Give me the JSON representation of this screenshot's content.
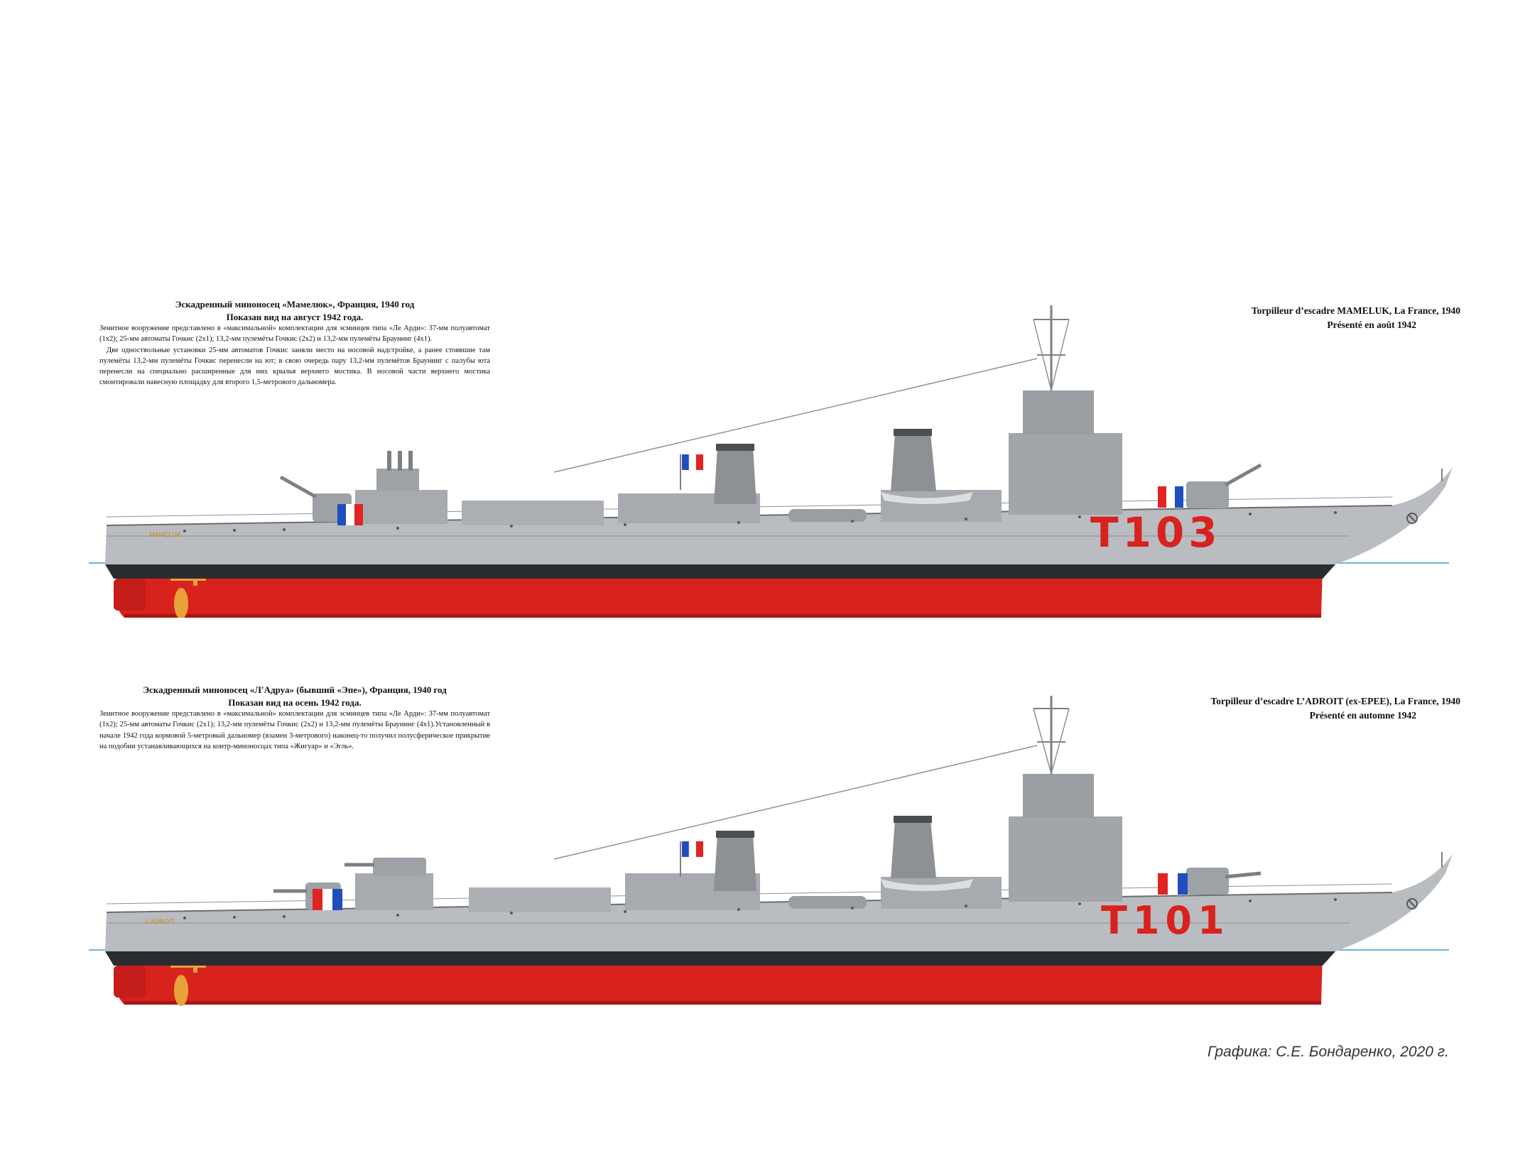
{
  "plates": [
    {
      "ru_title": "Эскадренный миноносец «Мамелюк», Франция, 1940 год",
      "ru_subtitle": "Показан вид  на август 1942 года.",
      "ru_paragraphs": [
        "Зенитное вооружение представлено в «максимальной» комплектации для эсминцев типа «Ле Арди»: 37-мм полуавтомат (1х2); 25-мм автоматы Гочкис (2х1); 13,2-мм пулемёты Гочкис (2х2) и  13,2-мм пулемёты Браунинг (4х1).",
        "Две одноствольные установки  25-мм автоматов Гочкис заняли место на носовой надстройке, а ранее стоявшие там пулемёты 13,2-мм пулемёты Гочкис перенесли на ют; в свою очередь пару 13,2-мм пулемётов Браунинг с палубы юта перенесли на специально расширенные для них крылья верхнего мостика. В носовой части верхнего мостика смонтировали навесную площадку для второго 1,5-метрового дальномера."
      ],
      "fr_title": "Torpilleur d’escadre MAMELUK,  La France, 1940",
      "fr_subtitle": "Présenté en août 1942",
      "hull_number": "T103",
      "stern_name": "MAMELUK"
    },
    {
      "ru_title": "Эскадренный миноносец «Л'Адруа» (бывший «Эпе»), Франция, 1940 год",
      "ru_subtitle": "Показан вид  на осень 1942 года.",
      "ru_paragraphs": [
        "Зенитное вооружение представлено в «максимальной» комплектации для эсминцев типа «Ле Арди»: 37-мм полуавтомат (1х2); 25-мм автоматы Гочкис (2х1); 13,2-мм пулемёты Гочкис (2х2) и 13,2-мм пулемёты Браунинг (4х1).Установленный в начале 1942 года кормовой 5-метровый дальномер (взамен 3-метрового) наконец-то получил  полусферическое прикрытие на подобии устанавливающихся на контр-миноносцах типа «Жигуар» и «Эгль»."
      ],
      "fr_title": "Torpilleur d’escadre L’ADROIT (ex-EPEE),  La France, 1940",
      "fr_subtitle": "Présenté en automne 1942",
      "hull_number": "T101",
      "stern_name": "L'ADROIT"
    }
  ],
  "credit": "Графика: С.Е. Бондаренко, 2020 г.",
  "colors": {
    "hull_grey": "#b9bcc0",
    "boot_black": "#2a2c30",
    "antifouling_red": "#d8221e",
    "hull_number_red": "#d8221e",
    "waterline": "#6fb3d9",
    "flag_blue": "#1f4fbf",
    "flag_red": "#e02424",
    "propeller": "#e8a23a"
  }
}
